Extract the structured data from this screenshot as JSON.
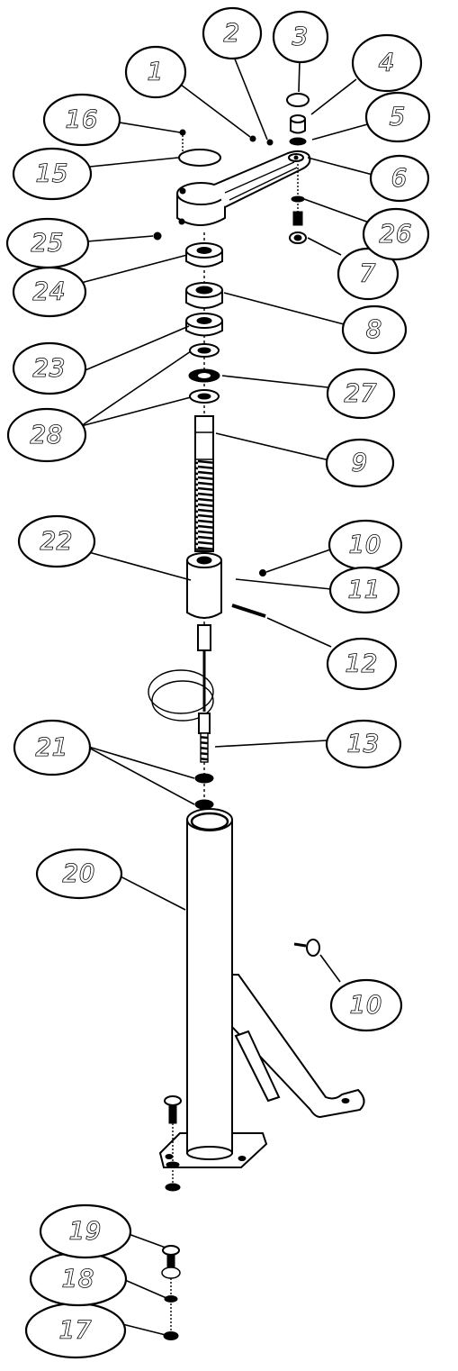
{
  "diagram": {
    "callouts": [
      {
        "id": "c1",
        "label": "1"
      },
      {
        "id": "c2",
        "label": "2"
      },
      {
        "id": "c3",
        "label": "3"
      },
      {
        "id": "c4",
        "label": "4"
      },
      {
        "id": "c5",
        "label": "5"
      },
      {
        "id": "c6",
        "label": "6"
      },
      {
        "id": "c7",
        "label": "7"
      },
      {
        "id": "c8",
        "label": "8"
      },
      {
        "id": "c9",
        "label": "9"
      },
      {
        "id": "c10a",
        "label": "10"
      },
      {
        "id": "c10b",
        "label": "10"
      },
      {
        "id": "c11",
        "label": "11"
      },
      {
        "id": "c12",
        "label": "12"
      },
      {
        "id": "c13",
        "label": "13"
      },
      {
        "id": "c15",
        "label": "15"
      },
      {
        "id": "c16",
        "label": "16"
      },
      {
        "id": "c17",
        "label": "17"
      },
      {
        "id": "c18",
        "label": "18"
      },
      {
        "id": "c19",
        "label": "19"
      },
      {
        "id": "c20",
        "label": "20"
      },
      {
        "id": "c21",
        "label": "21"
      },
      {
        "id": "c22",
        "label": "22"
      },
      {
        "id": "c23",
        "label": "23"
      },
      {
        "id": "c24",
        "label": "24"
      },
      {
        "id": "c25",
        "label": "25"
      },
      {
        "id": "c26",
        "label": "26"
      },
      {
        "id": "c27",
        "label": "27"
      },
      {
        "id": "c28",
        "label": "28"
      }
    ]
  }
}
